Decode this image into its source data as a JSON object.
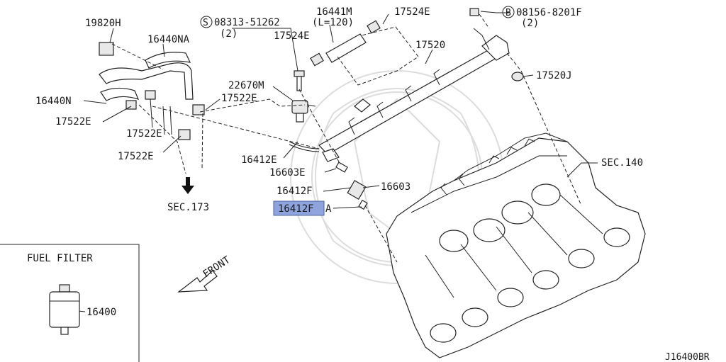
{
  "parts": {
    "p19820H": "19820H",
    "p16440NA": "16440NA",
    "p08313": "08313-51262",
    "p08313_qty": "(2)",
    "p08313_prefix": "S",
    "p16441M": "16441M",
    "p16441M_len": "(L=120)",
    "p17524E_top": "17524E",
    "p17524E_mid": "17524E",
    "p08156": "08156-8201F",
    "p08156_qty": "(2)",
    "p08156_prefix": "B",
    "p17520": "17520",
    "p17520J": "17520J",
    "p16440N": "16440N",
    "p22670M": "22670M",
    "p17522E_a": "17522E",
    "p17522E_b": "17522E",
    "p17522E_c": "17522E",
    "p17522E_d": "17522E",
    "p16412E": "16412E",
    "p16603E": "16603E",
    "p16412F": "16412F",
    "p16603": "16603",
    "p16412FA_highlight": "16412F",
    "p16412FA_suffix": "A",
    "sec140": "SEC.140",
    "sec173": "SEC.173",
    "front": "FRONT",
    "fuel_filter_title": "FUEL FILTER",
    "p16400": "16400",
    "diagram_code": "J16400BR"
  },
  "colors": {
    "highlight": "#8fa4dc",
    "highlight_border": "#4a5fa8",
    "line": "#222222"
  }
}
